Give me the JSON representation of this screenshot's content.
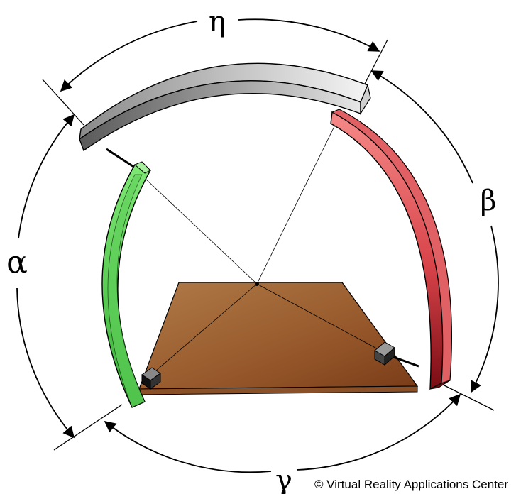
{
  "labels": {
    "eta": "η",
    "alpha": "α",
    "beta": "β",
    "gamma": "γ"
  },
  "credit": "© Virtual Reality Applications Center",
  "colors": {
    "gray_arc_light": "#e8e8e8",
    "gray_arc_dark": "#6a6a6a",
    "red_arc_light": "#f07a78",
    "red_arc_dark": "#8a1018",
    "green_arc_light": "#8ae880",
    "green_arc_dark": "#2a9a2a",
    "platform_light": "#a87444",
    "platform_dark": "#7a3e18",
    "line": "#000000"
  }
}
